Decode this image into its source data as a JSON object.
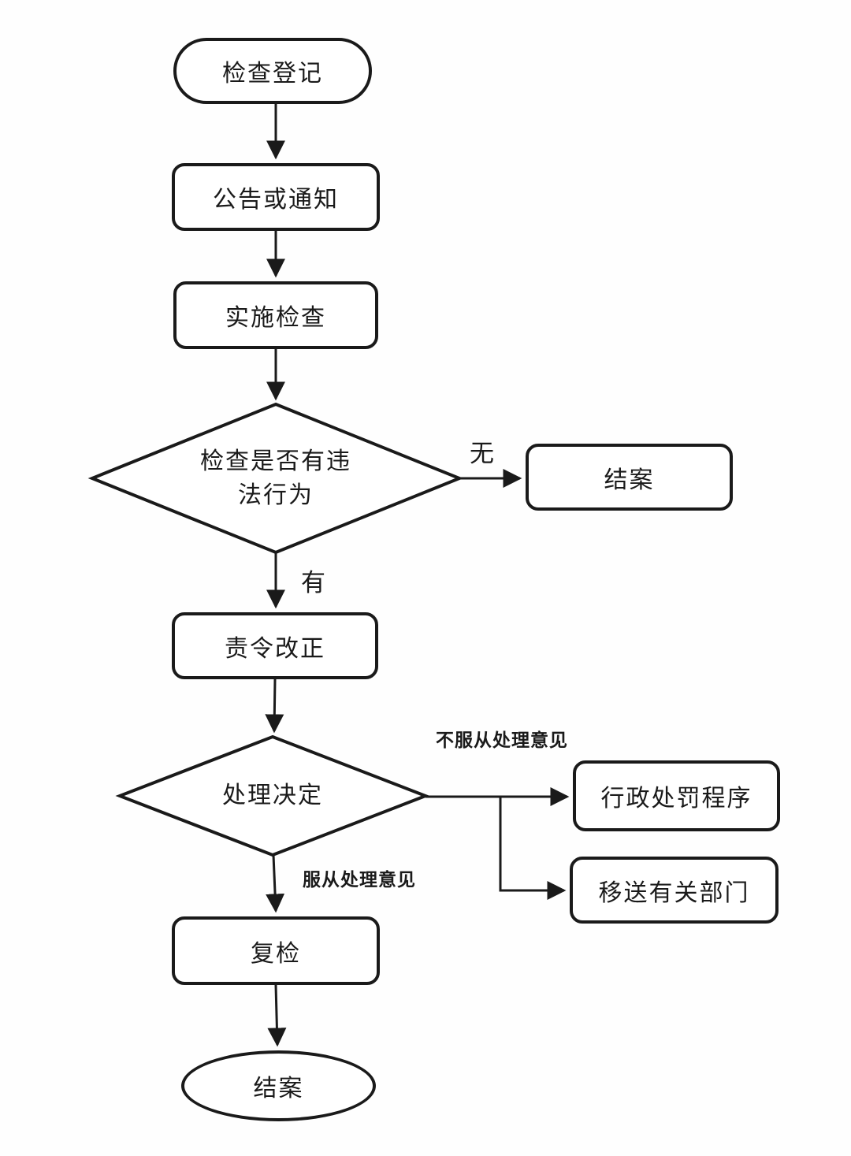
{
  "diagram": {
    "type": "flowchart",
    "background": "#fefefe",
    "line_color": "#1a1a1a",
    "nodes": {
      "start": {
        "shape": "stadium",
        "label": "检查登记"
      },
      "notice": {
        "shape": "rounded-rect",
        "label": "公告或通知"
      },
      "inspect": {
        "shape": "rounded-rect",
        "label": "实施检查"
      },
      "violation_decision": {
        "shape": "diamond",
        "label": "检查是否有违\n法行为"
      },
      "close_case_top": {
        "shape": "rounded-rect",
        "label": "结案"
      },
      "order_correction": {
        "shape": "rounded-rect",
        "label": "责令改正"
      },
      "handling_decision": {
        "shape": "diamond",
        "label": "处理决定"
      },
      "admin_penalty": {
        "shape": "rounded-rect",
        "label": "行政处罚程序"
      },
      "transfer_dept": {
        "shape": "rounded-rect",
        "label": "移送有关部门"
      },
      "recheck": {
        "shape": "rounded-rect",
        "label": "复检"
      },
      "close_case_bottom": {
        "shape": "ellipse",
        "label": "结案"
      }
    },
    "edge_labels": {
      "no": "无",
      "yes": "有",
      "disobey": "不服从处理意见",
      "obey": "服从处理意见"
    },
    "edges": [
      {
        "from": "start",
        "to": "notice",
        "label": ""
      },
      {
        "from": "notice",
        "to": "inspect",
        "label": ""
      },
      {
        "from": "inspect",
        "to": "violation_decision",
        "label": ""
      },
      {
        "from": "violation_decision",
        "to": "close_case_top",
        "label": "无"
      },
      {
        "from": "violation_decision",
        "to": "order_correction",
        "label": "有"
      },
      {
        "from": "order_correction",
        "to": "handling_decision",
        "label": ""
      },
      {
        "from": "handling_decision",
        "to": "admin_penalty",
        "label": "不服从处理意见"
      },
      {
        "from": "handling_decision",
        "to": "transfer_dept",
        "label": "不服从处理意见"
      },
      {
        "from": "handling_decision",
        "to": "recheck",
        "label": "服从处理意见"
      },
      {
        "from": "recheck",
        "to": "close_case_bottom",
        "label": ""
      }
    ]
  }
}
